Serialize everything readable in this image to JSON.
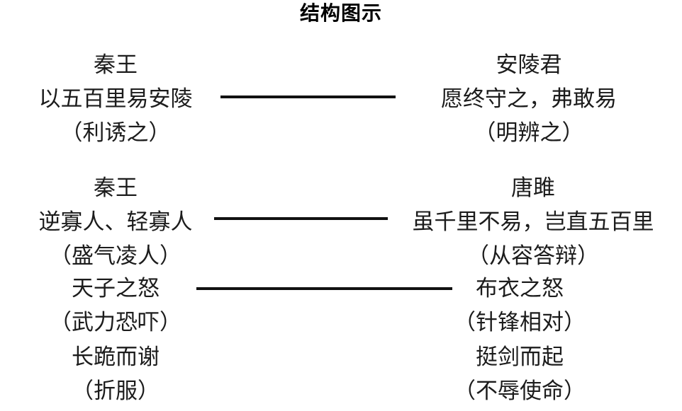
{
  "page": {
    "title": "结构图示",
    "background_color": "#ffffff",
    "text_color": "#1c1c1c",
    "line_color": "#111111"
  },
  "blocks": [
    {
      "id": "block-1",
      "left": {
        "speaker": "秦王",
        "quote": "以五百里易安陵",
        "note": "（利诱之）"
      },
      "right": {
        "speaker": "安陵君",
        "quote": "愿终守之，弗敢易",
        "note": "（明辨之）"
      },
      "connector": true
    },
    {
      "id": "block-2",
      "left": {
        "speaker": "秦王",
        "quote": "逆寡人、轻寡人",
        "note": "（盛气凌人）"
      },
      "right": {
        "speaker": "唐雎",
        "quote": "虽千里不易，岂直五百里",
        "note": "（从容答辩）"
      },
      "connector": true
    },
    {
      "id": "block-3",
      "left": {
        "quote": "天子之怒",
        "note": "（武力恐吓）"
      },
      "right": {
        "quote": "布衣之怒",
        "note": "（针锋相对）"
      },
      "connector": true
    },
    {
      "id": "block-4",
      "left": {
        "quote": "长跪而谢",
        "note": "（折服）"
      },
      "right": {
        "quote": "挺剑而起",
        "note": "（不辱使命）"
      },
      "connector": false
    }
  ]
}
